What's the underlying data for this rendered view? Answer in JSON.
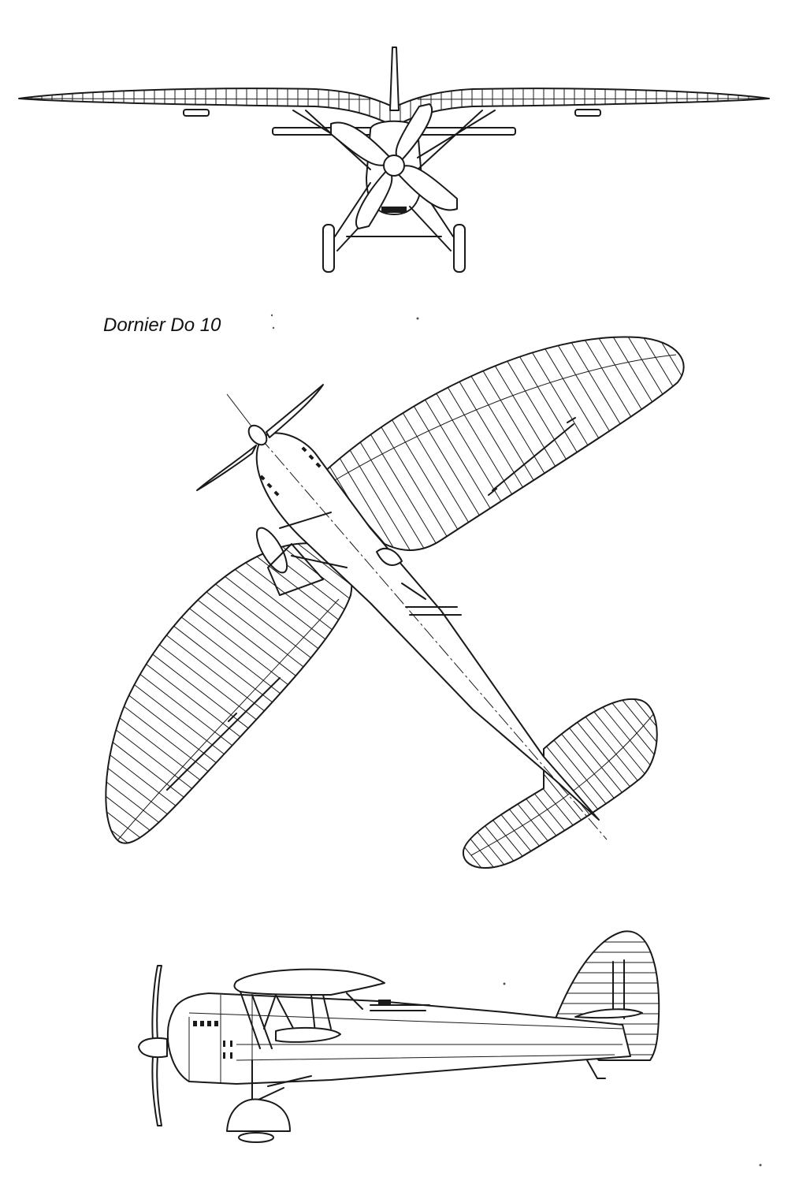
{
  "figure": {
    "title": "Dornier Do 10",
    "views": [
      {
        "id": "front",
        "icon": "front-view-aircraft-drawing"
      },
      {
        "id": "plan",
        "icon": "plan-view-aircraft-drawing"
      },
      {
        "id": "side",
        "icon": "side-view-aircraft-drawing"
      }
    ],
    "line_color": "#1a1a1a",
    "background": "#ffffff"
  }
}
